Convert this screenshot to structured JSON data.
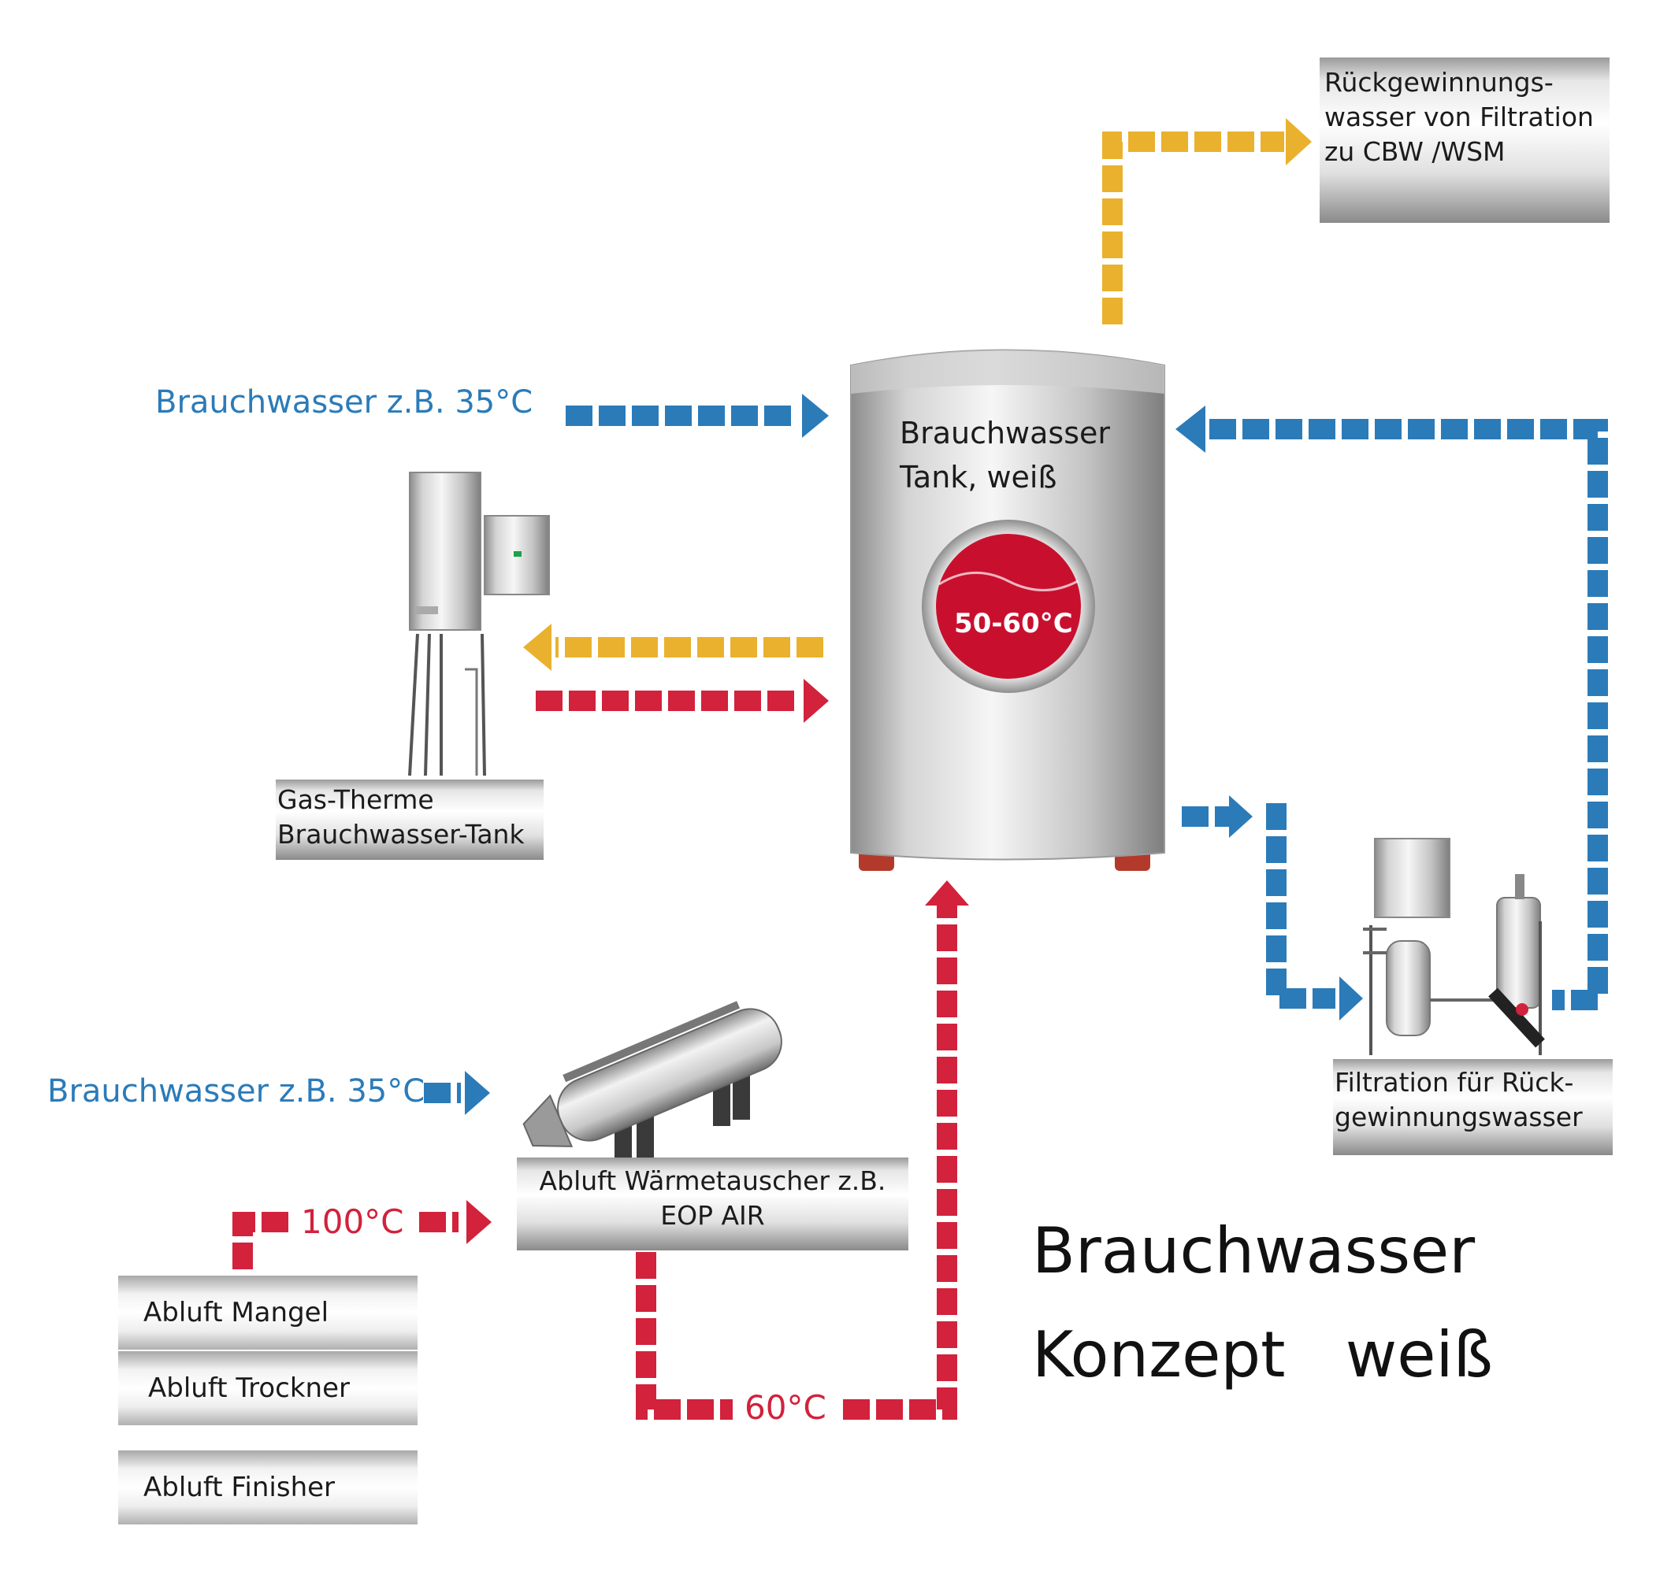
{
  "colors": {
    "supply_blue": "#2b7bb9",
    "hot_red": "#d2223c",
    "return_yellow": "#eab12e",
    "metal_grey": "#b8b8b8"
  },
  "labels": {
    "supply_top": "Brauchwasser z.B. 35°C",
    "supply_bottom": "Brauchwasser z.B. 35°C",
    "temp_exhaust": "100°C",
    "temp_return": "60°C"
  },
  "tank": {
    "line1": "Brauchwasser",
    "line2": "Tank, weiß",
    "gauge": "50-60°C"
  },
  "boxes": {
    "recovery": [
      "Rückgewinnungs-",
      "wasser von Filtration",
      "zu CBW /WSM"
    ],
    "gas_heater": [
      "Gas-Therme",
      "Brauchwasser-Tank"
    ],
    "filtration": [
      "Filtration für Rück-",
      "gewinnungswasser"
    ],
    "heat_exchanger": [
      "Abluft Wärmetauscher z.B.",
      "EOP AIR"
    ]
  },
  "exhaust_sources": [
    "Abluft Mangel",
    "Abluft Trockner",
    "Abluft Finisher"
  ],
  "title": {
    "line1": "Brauchwasser",
    "line2": "Konzept   weiß"
  }
}
